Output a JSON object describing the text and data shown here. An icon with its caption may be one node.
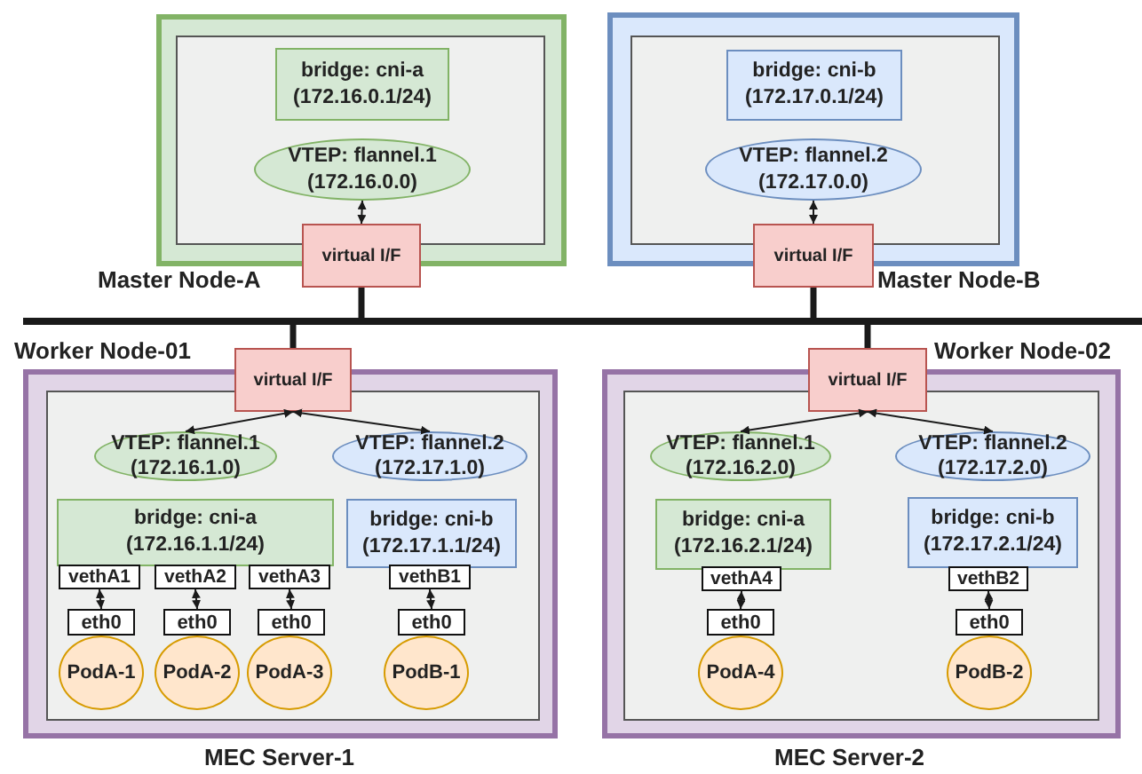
{
  "diagram": {
    "nodes": [
      {
        "text": [
          "Master Node-A"
        ]
      },
      {
        "text": [],
        "shape": "box",
        "in": 0
      },
      {
        "text": [
          "bridge: cni-a (172.16.0.1/24)"
        ],
        "in": 1
      },
      {
        "text": [
          "VTEP: flannel.1 (172.16.0.0)"
        ],
        "in": 1
      },
      {
        "text": [
          "virtual I/F"
        ]
      },
      {
        "text": [
          "Master Node-B"
        ]
      },
      {
        "text": [],
        "shape": "box",
        "in": 5
      },
      {
        "text": [
          "bridge: cni-b (172.17.0.1/24)"
        ],
        "in": 6
      },
      {
        "text": [
          "VTEP: flannel.2 (172.17.0.0)"
        ],
        "in": 6
      },
      {
        "text": [
          "virtual I/F"
        ]
      },
      {
        "text": [],
        "shape": "bar"
      },
      {
        "text": [
          "Worker Node-01"
        ],
        "beside": [
          "MEC Server-1"
        ]
      },
      {
        "text": [
          "virtual I/F"
        ]
      },
      {
        "text": [],
        "shape": "box",
        "in": 11
      },
      {
        "text": [
          "VTEP: flannel.1 (172.16.1.0)"
        ],
        "in": 13
      },
      {
        "text": [
          "VTEP: flannel.2 (172.17.1.0)"
        ],
        "in": 13
      },
      {
        "text": [
          "bridge: cni-a (172.16.1.1/24)"
        ],
        "in": 13
      },
      {
        "text": [
          "bridge: cni-b (172.17.1.1/24)"
        ],
        "in": 13
      },
      {
        "text": [
          "vethA1"
        ],
        "in": 13
      },
      {
        "text": [
          "vethA2"
        ],
        "in": 13
      },
      {
        "text": [
          "vethA3"
        ],
        "in": 13
      },
      {
        "text": [
          "vethB1"
        ],
        "in": 13
      },
      {
        "text": [
          "eth0"
        ],
        "in": 13
      },
      {
        "text": [
          "PodA-1"
        ],
        "in": 13
      },
      {
        "text": [
          "eth0"
        ],
        "in": 13
      },
      {
        "text": [
          "PodA-2"
        ],
        "in": 13
      },
      {
        "text": [
          "eth0"
        ],
        "in": 13
      },
      {
        "text": [
          "PodA-3"
        ],
        "in": 13
      },
      {
        "text": [
          "eth0"
        ],
        "in": 13
      },
      {
        "text": [
          "PodB-1"
        ],
        "in": 13
      },
      {
        "text": [
          "Worker Node-02"
        ],
        "beside": [
          "MEC Server-2"
        ]
      },
      {
        "text": [
          "virtual I/F"
        ]
      },
      {
        "text": [],
        "shape": "box",
        "in": 30
      },
      {
        "text": [
          "VTEP: flannel.1 (172.16.2.0)"
        ],
        "in": 32
      },
      {
        "text": [
          "VTEP: flannel.2 (172.17.2.0)"
        ],
        "in": 32
      },
      {
        "text": [
          "bridge: cni-a (172.16.2.1/24)"
        ],
        "in": 32
      },
      {
        "text": [
          "bridge: cni-b (172.17.2.1/24)"
        ],
        "in": 32
      },
      {
        "text": [
          "vethA4"
        ],
        "in": 32
      },
      {
        "text": [
          "vethB2"
        ],
        "in": 32
      },
      {
        "text": [
          "eth0"
        ],
        "in": 32
      },
      {
        "text": [
          "PodA-4"
        ],
        "in": 32
      },
      {
        "text": [
          "eth0"
        ],
        "in": 32
      },
      {
        "text": [
          "PodB-2"
        ],
        "in": 32
      }
    ],
    "edges": [
      {
        "from": 3,
        "to": 4,
        "arrow": "both"
      },
      {
        "from": 8,
        "to": 9,
        "arrow": "both"
      },
      {
        "from": 4,
        "to": 10,
        "arrow": "none",
        "style": "thick"
      },
      {
        "from": 9,
        "to": 10,
        "arrow": "none",
        "style": "thick"
      },
      {
        "from": 10,
        "to": 12,
        "arrow": "none",
        "style": "thick"
      },
      {
        "from": 10,
        "to": 31,
        "arrow": "none",
        "style": "thick"
      },
      {
        "from": 12,
        "to": 14,
        "arrow": "both"
      },
      {
        "from": 12,
        "to": 15,
        "arrow": "both"
      },
      {
        "from": 18,
        "to": 22,
        "arrow": "both"
      },
      {
        "from": 19,
        "to": 24,
        "arrow": "both"
      },
      {
        "from": 20,
        "to": 26,
        "arrow": "both"
      },
      {
        "from": 21,
        "to": 28,
        "arrow": "both"
      },
      {
        "from": 31,
        "to": 33,
        "arrow": "both"
      },
      {
        "from": 31,
        "to": 34,
        "arrow": "both"
      },
      {
        "from": 37,
        "to": 39,
        "arrow": "both"
      },
      {
        "from": 38,
        "to": 41,
        "arrow": "both"
      }
    ]
  }
}
